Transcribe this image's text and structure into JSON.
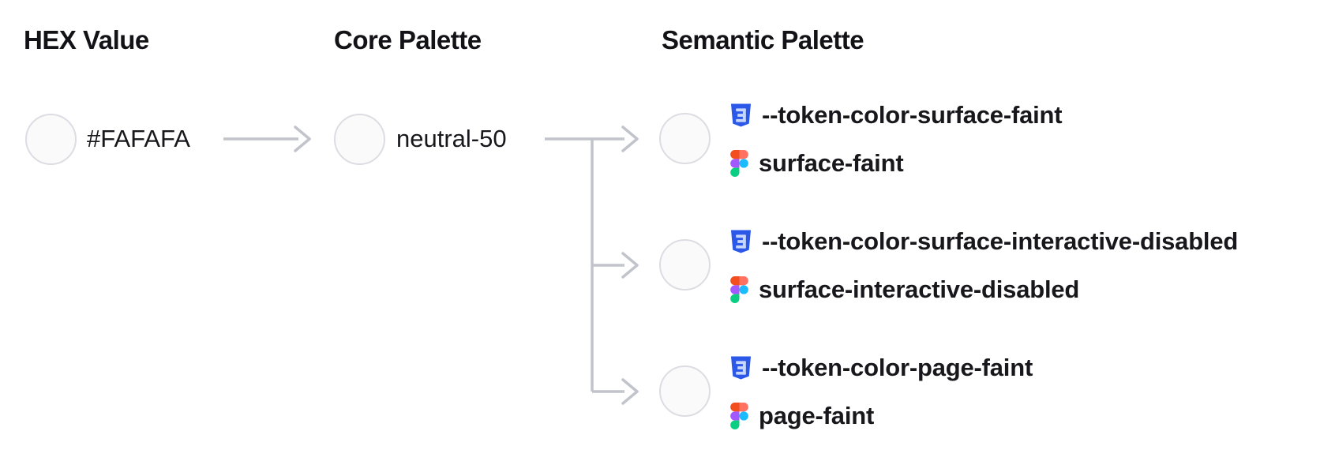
{
  "headings": {
    "hex": "HEX Value",
    "core": "Core Palette",
    "semantic": "Semantic Palette"
  },
  "hex_node": {
    "label": "#FAFAFA",
    "swatch_color": "#FAFAFA"
  },
  "core_node": {
    "label": "neutral-50",
    "swatch_color": "#FAFAFA"
  },
  "semantic_nodes": [
    {
      "swatch_color": "#FAFAFA",
      "css_variable": "--token-color-surface-faint",
      "figma_token": "surface-faint"
    },
    {
      "swatch_color": "#FAFAFA",
      "css_variable": "--token-color-surface-interactive-disabled",
      "figma_token": "surface-interactive-disabled"
    },
    {
      "swatch_color": "#FAFAFA",
      "css_variable": "--token-color-page-faint",
      "figma_token": "page-faint"
    }
  ],
  "colors": {
    "background": "#FFFFFF",
    "swatch_fill": "#FAFAFA",
    "swatch_border": "#DCDDE3",
    "connector": "#C2C4CB",
    "heading_text": "#121217",
    "label_text": "#17171C",
    "css_icon_shield": "#2B58E8",
    "css_icon_glyph": "#C7D7FB",
    "figma_orange": "#F24E1E",
    "figma_salmon": "#FF7262",
    "figma_purple": "#A259FF",
    "figma_blue": "#1ABCFE",
    "figma_green": "#0ACF83"
  }
}
